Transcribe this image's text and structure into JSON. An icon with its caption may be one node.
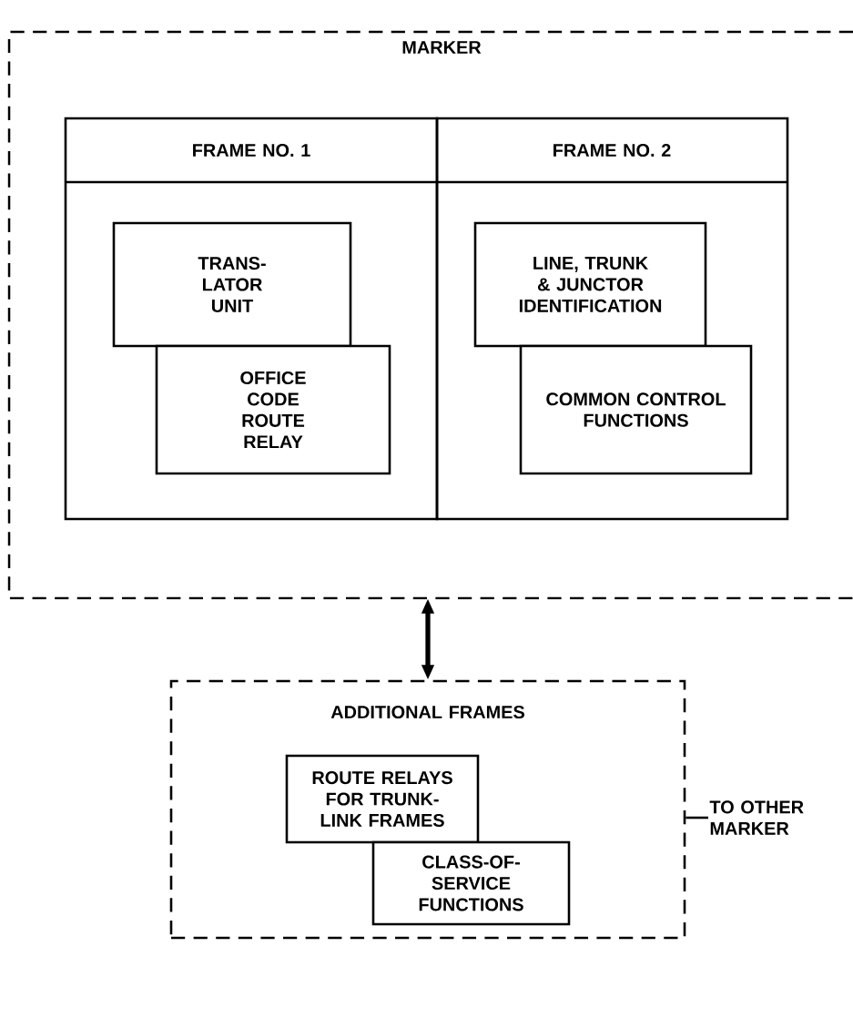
{
  "diagram": {
    "nodes": [
      {
        "text": [
          "MARKER"
        ]
      },
      {
        "text": [
          "FRAME NO. 1"
        ],
        "in": 0
      },
      {
        "text": [
          "FRAME NO. 2"
        ],
        "in": 0
      },
      {
        "text": [
          "TRANS- LATOR UNIT"
        ],
        "in": 1
      },
      {
        "text": [
          "OFFICE CODE ROUTE RELAY"
        ],
        "in": 1
      },
      {
        "text": [
          "LINE, TRUNK & JUNCTOR IDENTIFICATION"
        ],
        "in": 2
      },
      {
        "text": [
          "COMMON CONTROL FUNCTIONS"
        ],
        "in": 2
      },
      {
        "text": [
          "ADDITIONAL FRAMES"
        ]
      },
      {
        "text": [
          "ROUTE RELAYS FOR TRUNK- LINK FRAMES"
        ],
        "in": 7
      },
      {
        "text": [
          "CLASS-OF- SERVICE FUNCTIONS"
        ],
        "in": 7
      },
      {
        "text": [
          "TO OTHER MARKER"
        ]
      }
    ],
    "edges": [
      {
        "from": 0,
        "to": 7,
        "arrow": "both",
        "style": "thick"
      },
      {
        "from": 7,
        "to": 10,
        "arrow": "none"
      }
    ]
  }
}
